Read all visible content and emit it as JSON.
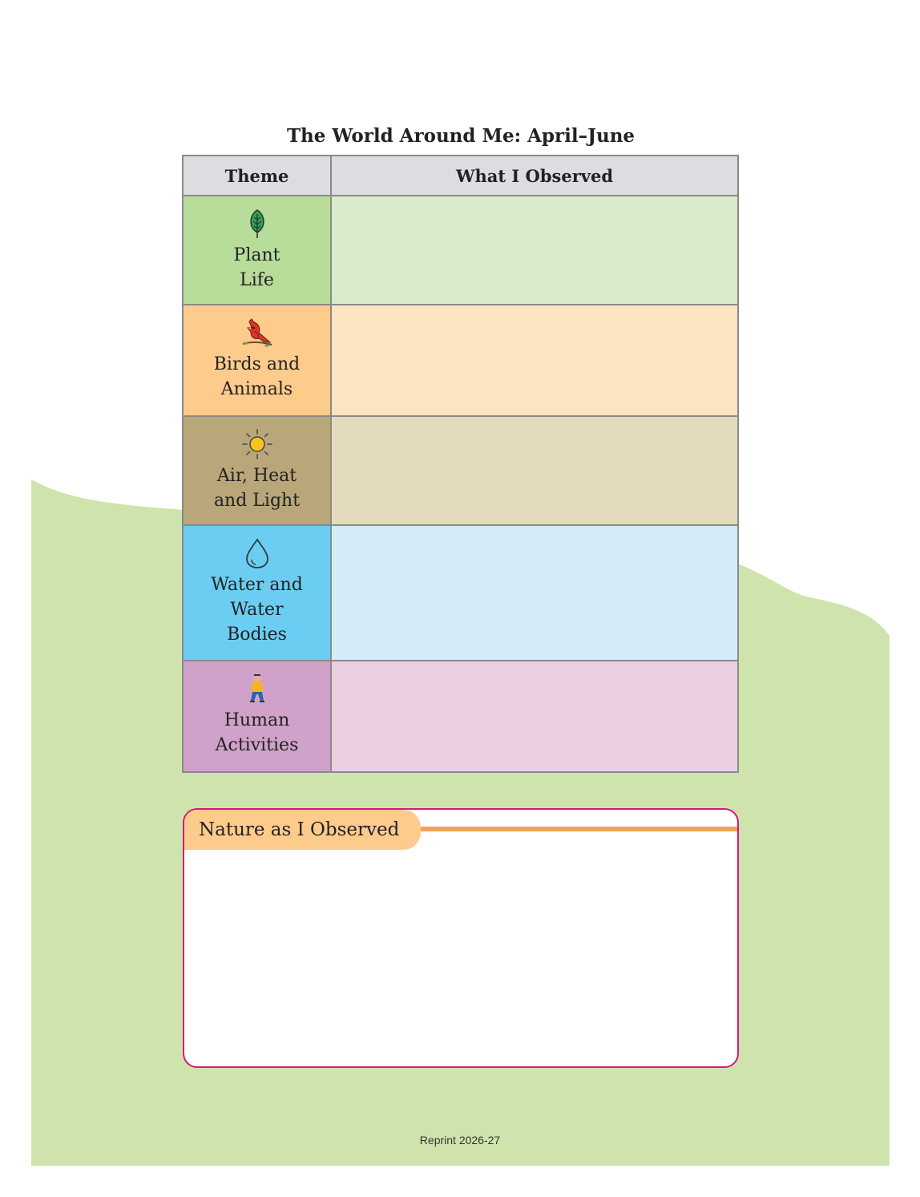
{
  "title": "The World Around Me: April–June",
  "table": {
    "headers": {
      "theme": "Theme",
      "observed": "What I Observed"
    },
    "rows": [
      {
        "line1": "Plant",
        "line2": "Life",
        "line3": "",
        "icon": "leaf-icon",
        "theme_color": "#b8dc9a",
        "cell_color": "#d9ebcb"
      },
      {
        "line1": "Birds and",
        "line2": "Animals",
        "line3": "",
        "icon": "bird-icon",
        "theme_color": "#fdcb8c",
        "cell_color": "#fce4c1"
      },
      {
        "line1": "Air, Heat",
        "line2": "and Light",
        "line3": "",
        "icon": "sun-icon",
        "theme_color": "#b9a77a",
        "cell_color": "#e4dbbf"
      },
      {
        "line1": "Water and",
        "line2": "Water",
        "line3": "Bodies",
        "icon": "water-drop-icon",
        "theme_color": "#6bcdf2",
        "cell_color": "#d4ecf9"
      },
      {
        "line1": "Human",
        "line2": "Activities",
        "line3": "",
        "icon": "person-icon",
        "theme_color": "#d1a2c9",
        "cell_color": "#eacfe1"
      }
    ]
  },
  "nature_box": {
    "label": "Nature as I Observed",
    "border_color": "#d6187a"
  },
  "footer": "Reprint 2026-27",
  "colors": {
    "background_hill": "#cfe4ad",
    "header_bg": "#dcdde0"
  }
}
